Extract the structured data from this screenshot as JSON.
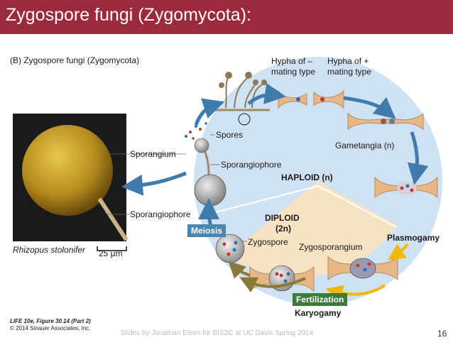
{
  "header": {
    "title": "Zygospore fungi (Zygomycota):"
  },
  "figure": {
    "panel_label": "(B) Zygospore fungi (Zygomycota)",
    "hypha_minus": [
      "Hypha of –",
      "mating type"
    ],
    "hypha_plus": [
      "Hypha of +",
      "mating type"
    ],
    "spores": "Spores",
    "gametangia": "Gametangia (n)",
    "sporangium": "Sporangium",
    "sporangiophore_right": "Sporangiophore",
    "haploid": "HAPLOID (n)",
    "sporangiophore_left": "Sporangiophore",
    "diploid": [
      "DIPLOID",
      "(2n)"
    ],
    "meiosis": "Meiosis",
    "plasmogamy": "Plasmogamy",
    "zygospore": "Zygospore",
    "zygosporangium": "Zygosporangium",
    "species": "Rhizopus stolonifer",
    "scale": "25 µm",
    "fertilization": "Fertilization",
    "karyogamy": "Karyogamy",
    "credit_line1": "LIFE 10e, Figure 30.14 (Part 2)",
    "credit_line2": "© 2014 Sinauer Associates, Inc.",
    "footer_text": "Slides by Jonathan Eisen for BIS2C at UC Davis Spring 2014",
    "slide_number": "16"
  },
  "colors": {
    "title_bar": "#9a2a3c",
    "meiosis": "#4a86b0",
    "fertilization": "#3c7a3c",
    "haploid_bg": "#cfe2f3",
    "diploid_bg": "#f7e3c4"
  }
}
